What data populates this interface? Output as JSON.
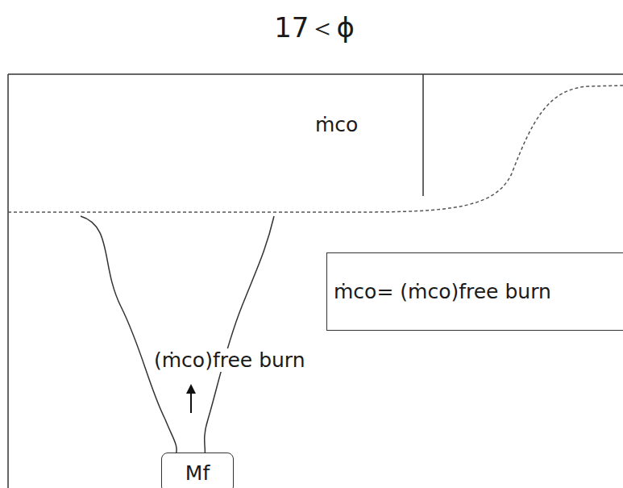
{
  "diagram": {
    "title": "17＜ϕ",
    "nodes": [
      {
        "text": [
          "ṁco= (ṁco)free burn"
        ]
      },
      {
        "text": [
          "Mf"
        ]
      }
    ],
    "labels": [
      "ṁco",
      "(ṁco)free burn"
    ]
  }
}
